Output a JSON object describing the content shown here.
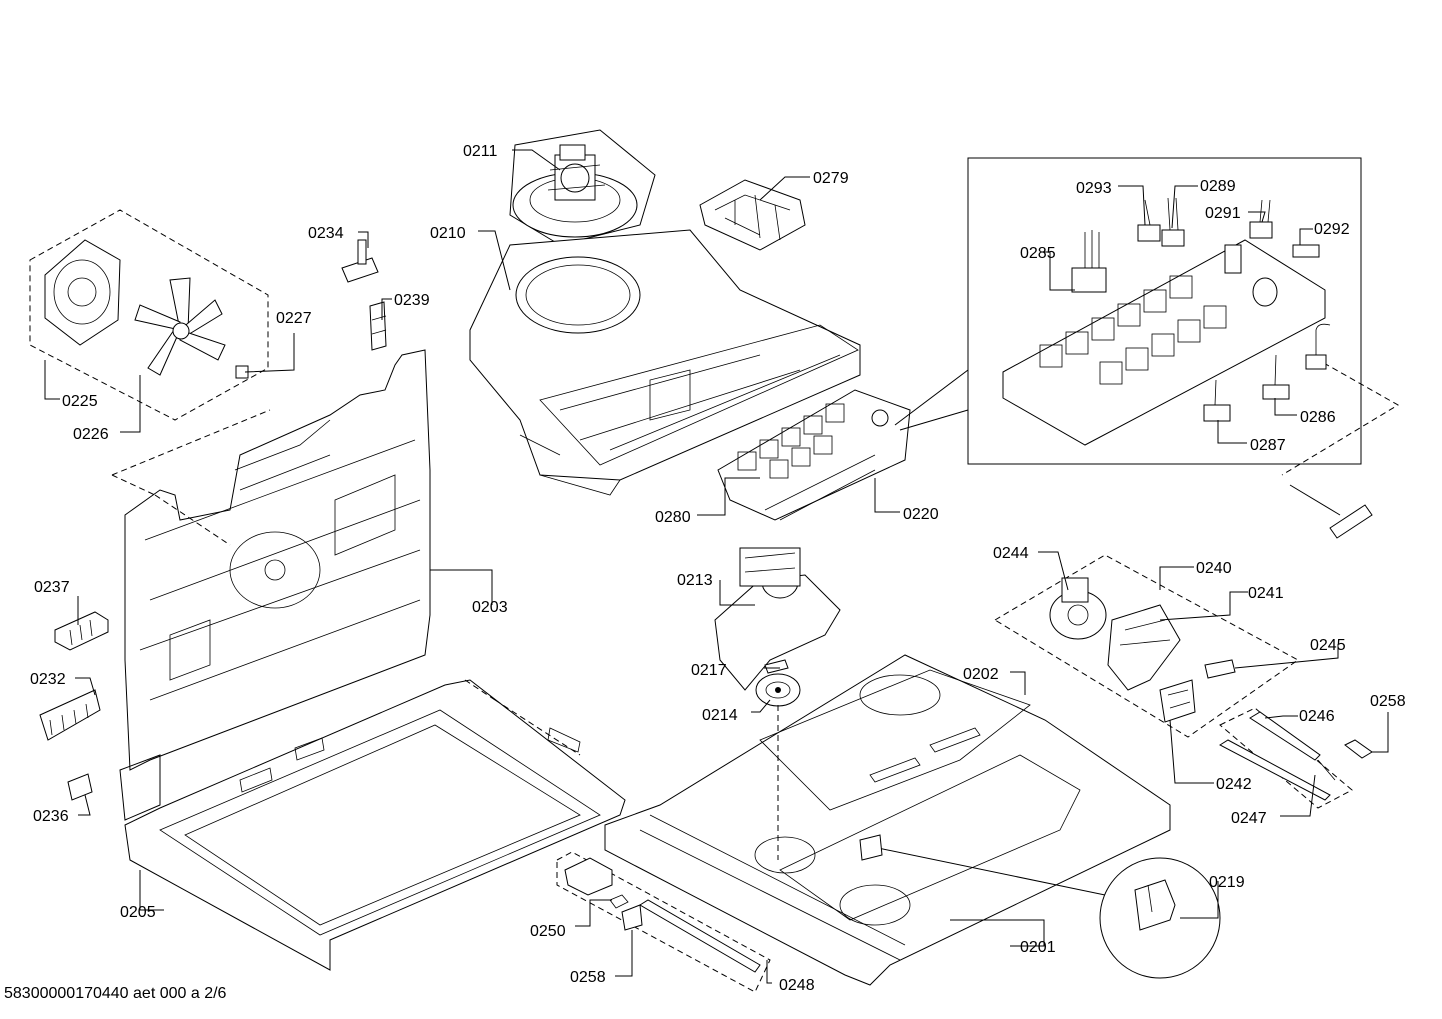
{
  "footer_code": "58300000170440 aet 000 a 2/6",
  "labels": {
    "l0211": "0211",
    "l0279": "0279",
    "l0234": "0234",
    "l0210": "0210",
    "l0239": "0239",
    "l0227": "0227",
    "l0225": "0225",
    "l0226": "0226",
    "l0293": "0293",
    "l0289": "0289",
    "l0291": "0291",
    "l0292": "0292",
    "l0285": "0285",
    "l0286": "0286",
    "l0287": "0287",
    "l0280": "0280",
    "l0220": "0220",
    "l0203": "0203",
    "l0237": "0237",
    "l0232": "0232",
    "l0236": "0236",
    "l0205": "0205",
    "l0244": "0244",
    "l0240": "0240",
    "l0241": "0241",
    "l0245": "0245",
    "l0213": "0213",
    "l0217": "0217",
    "l0214": "0214",
    "l0202": "0202",
    "l0258a": "0258",
    "l0246": "0246",
    "l0242": "0242",
    "l0247": "0247",
    "l0219": "0219",
    "l0250": "0250",
    "l0258b": "0258",
    "l0248": "0248",
    "l0201": "0201"
  }
}
